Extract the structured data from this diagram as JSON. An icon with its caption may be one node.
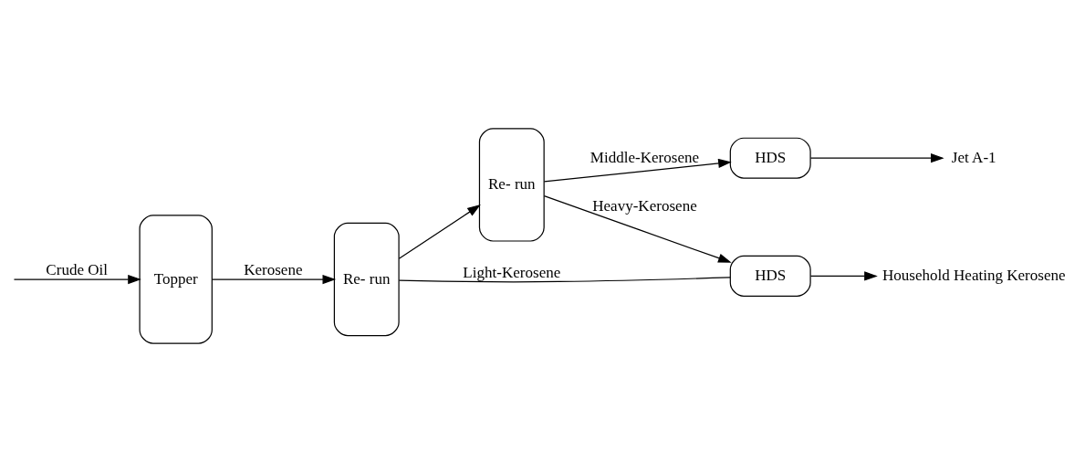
{
  "diagram": {
    "nodes": [
      {
        "text": [
          "Topper"
        ]
      },
      {
        "text": [
          "Re- run"
        ]
      },
      {
        "text": [
          "Re- run"
        ]
      },
      {
        "text": [
          "HDS"
        ]
      },
      {
        "text": [
          "HDS"
        ]
      },
      {
        "text": [
          "Jet A-1"
        ]
      },
      {
        "text": [
          "Household Heating Kerosene"
        ]
      }
    ],
    "edges": [
      {
        "from": null,
        "to": 0,
        "arrow": "to",
        "label": "Crude Oil"
      },
      {
        "from": 0,
        "to": 1,
        "arrow": "to",
        "label": "Kerosene"
      },
      {
        "from": 1,
        "to": 4,
        "arrow": "none",
        "label": "Light-Kerosene"
      },
      {
        "from": 1,
        "to": 2,
        "arrow": "to"
      },
      {
        "from": 2,
        "to": 3,
        "arrow": "to",
        "label": "Middle-Kerosene"
      },
      {
        "from": 2,
        "to": 4,
        "arrow": "to",
        "label": "Heavy-Kerosene"
      },
      {
        "from": 3,
        "to": 5,
        "arrow": "to"
      },
      {
        "from": 4,
        "to": 6,
        "arrow": "to"
      }
    ]
  }
}
